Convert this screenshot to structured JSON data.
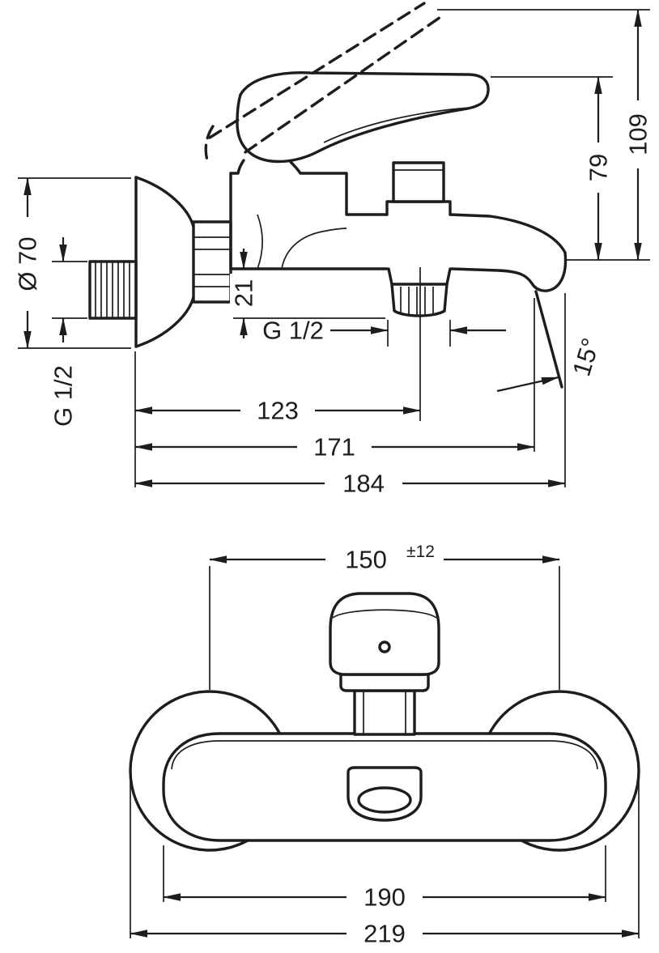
{
  "colors": {
    "line": "#1d1d1b",
    "background": "#ffffff"
  },
  "side": {
    "total_height": "109",
    "handle_height": "79",
    "escutcheon_diameter": "Ø 70",
    "wall_thread": "G 1/2",
    "outlet_drop": "21",
    "outlet_thread": "G 1/2",
    "spout_angle": "15°",
    "wall_to_outlet": "123",
    "wall_to_spout_edge": "171",
    "total_projection": "184"
  },
  "front": {
    "centers_distance": "150",
    "centers_tolerance": "±12",
    "body_width": "190",
    "overall_width": "219"
  }
}
